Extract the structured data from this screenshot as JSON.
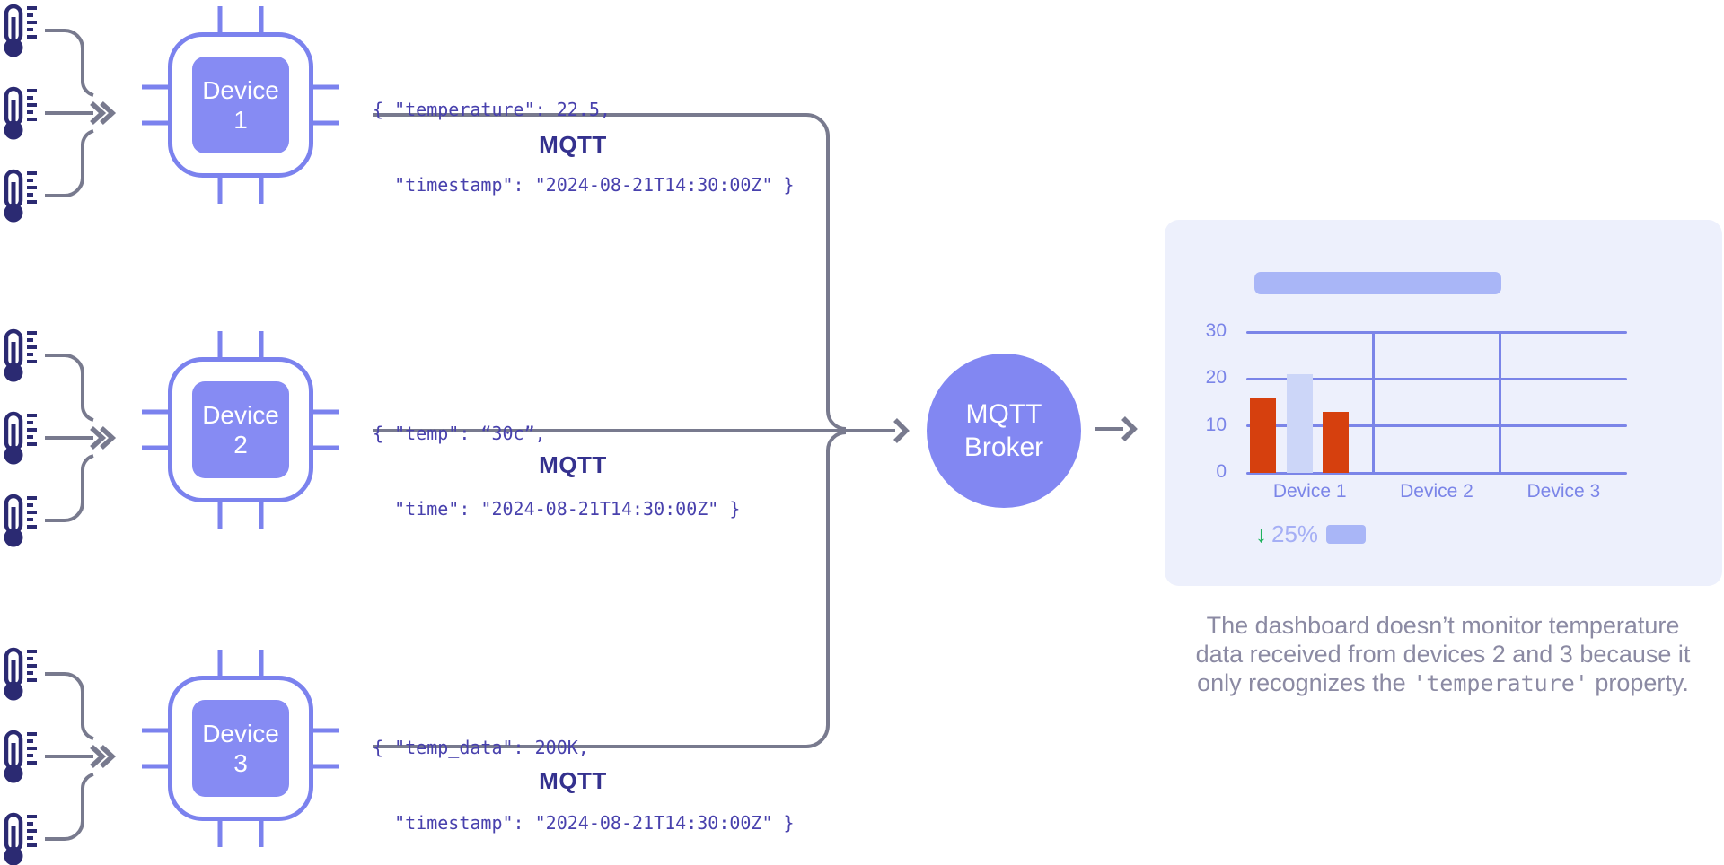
{
  "colors": {
    "periwinkle": "#7b82ee",
    "chip_fill": "#868bf3",
    "broker_fill": "#8287f2",
    "connector_gray": "#787a8e",
    "json_text": "#4841ad",
    "mqtt_label": "#34318e",
    "thermometer": "#2b2a72",
    "card_bg": "#edf0fc",
    "axis": "#7b85e8",
    "bar_red": "#d6400e",
    "bar_light": "#ccd6f8",
    "skeleton": "#a9b6f7",
    "legend_pct": "#a5aff5",
    "legend_green": "#1fb25c",
    "caption": "#8b8aa3"
  },
  "devices": [
    {
      "label": "Device 1",
      "payload_line1": "{ \"temperature\": 22.5,",
      "payload_line2": "  \"timestamp\": \"2024-08-21T14:30:00Z\" }",
      "protocol": "MQTT"
    },
    {
      "label": "Device 2",
      "payload_line1": "{ \"temp\": “30c”,",
      "payload_line2": "  \"time\": \"2024-08-21T14:30:00Z\" }",
      "protocol": "MQTT"
    },
    {
      "label": "Device 3",
      "payload_line1": "{ \"temp_data\": 200K,",
      "payload_line2": "  \"timestamp\": \"2024-08-21T14:30:00Z\" }",
      "protocol": "MQTT"
    }
  ],
  "broker": {
    "label_line1": "MQTT",
    "label_line2": "Broker"
  },
  "dashboard": {
    "trend_arrow": "↓",
    "trend_value": "25%"
  },
  "caption": {
    "line1": "The dashboard doesn’t monitor temperature",
    "line2": "data received from devices 2 and 3 because it",
    "line3_prefix": "only recognizes the ",
    "line3_code": "'temperature'",
    "line3_suffix": " property."
  },
  "chart_data": {
    "type": "bar",
    "categories": [
      "Device 1",
      "Device 2",
      "Device 3"
    ],
    "series": [
      {
        "name": "bar-1",
        "color": "#d6400e",
        "values": [
          16,
          null,
          null
        ]
      },
      {
        "name": "bar-2",
        "color": "#ccd6f8",
        "values": [
          21,
          null,
          null
        ]
      },
      {
        "name": "bar-3",
        "color": "#d6400e",
        "values": [
          13,
          null,
          null
        ]
      }
    ],
    "ylim": [
      0,
      30
    ],
    "yticks": [
      0,
      10,
      20,
      30
    ],
    "grid": true,
    "legend_position": "none",
    "trend_annotation": "↓ 25%"
  }
}
